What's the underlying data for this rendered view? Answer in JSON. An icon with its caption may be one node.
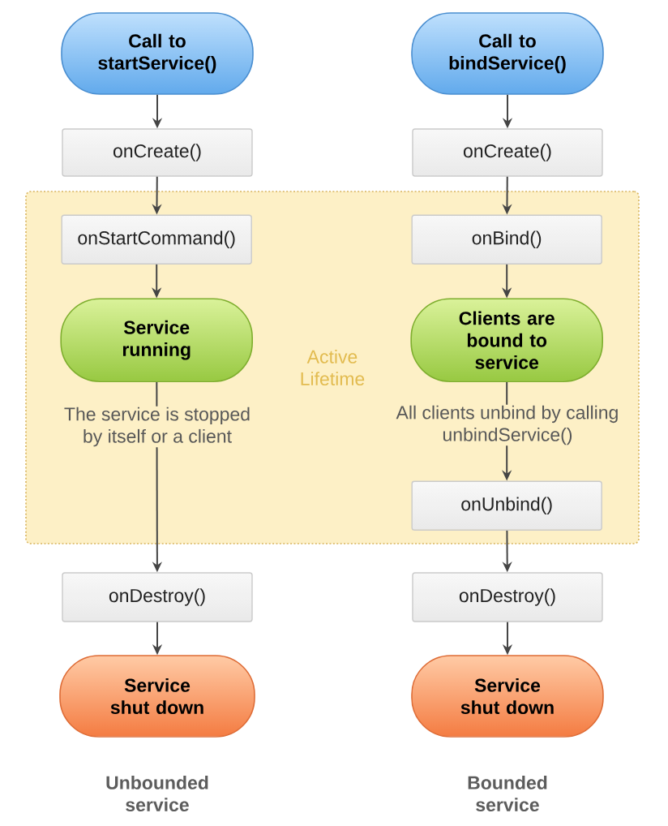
{
  "diagram": {
    "nodes": [
      {
        "text": [
          "Call to startService()"
        ]
      },
      {
        "text": [
          "Call to bindService()"
        ]
      },
      {
        "text": [
          "onCreate()"
        ]
      },
      {
        "text": [
          "onCreate()"
        ]
      },
      {
        "text": [
          "Active Lifetime"
        ]
      },
      {
        "text": [
          "onStartCommand()"
        ],
        "in": 4
      },
      {
        "text": [
          "onBind()"
        ],
        "in": 4
      },
      {
        "text": [
          "Service running"
        ],
        "in": 4
      },
      {
        "text": [
          "Clients are bound to service"
        ],
        "in": 4
      },
      {
        "text": [
          "onUnbind()"
        ],
        "in": 4
      },
      {
        "text": [
          "onDestroy()"
        ]
      },
      {
        "text": [
          "onDestroy()"
        ]
      },
      {
        "text": [
          "Service shut down"
        ]
      },
      {
        "text": [
          "Service shut down"
        ]
      }
    ],
    "edges": [
      {
        "from": 0,
        "to": 2,
        "arrow": "to"
      },
      {
        "from": 1,
        "to": 3,
        "arrow": "to"
      },
      {
        "from": 2,
        "to": 5,
        "arrow": "to"
      },
      {
        "from": 3,
        "to": 6,
        "arrow": "to"
      },
      {
        "from": 5,
        "to": 7,
        "arrow": "to"
      },
      {
        "from": 6,
        "to": 8,
        "arrow": "to"
      },
      {
        "from": 7,
        "to": 10,
        "arrow": "to",
        "label": "The service is stopped by itself or a client"
      },
      {
        "from": 8,
        "to": 9,
        "arrow": "to",
        "label": "All clients unbind by calling unbindService()"
      },
      {
        "from": 9,
        "to": 11,
        "arrow": "to"
      },
      {
        "from": 10,
        "to": 12,
        "arrow": "to"
      },
      {
        "from": 11,
        "to": 13,
        "arrow": "to"
      }
    ],
    "labels": [
      "Unbounded service",
      "Bounded service"
    ]
  }
}
